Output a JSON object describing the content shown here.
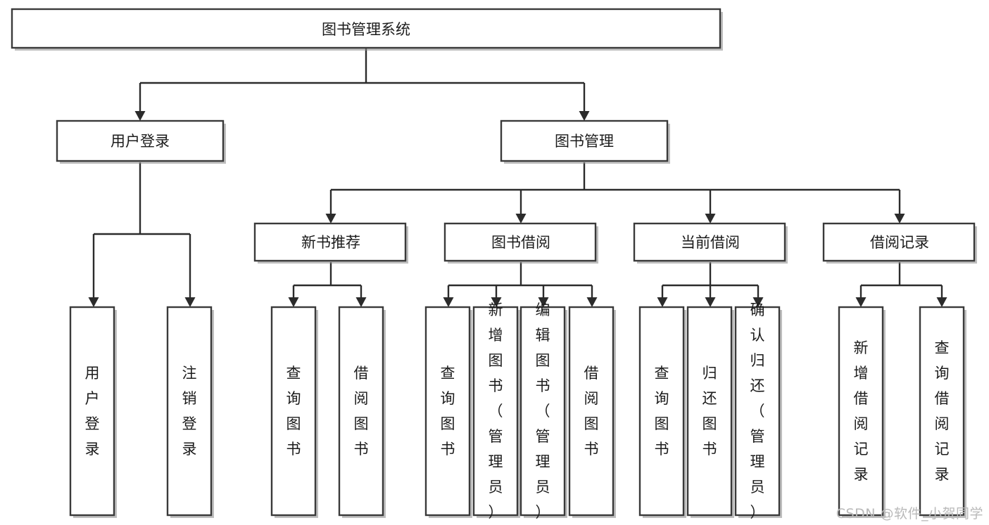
{
  "diagram": {
    "title": "图书管理系统",
    "type": "tree-hierarchy",
    "orientation": "top-down",
    "colors": {
      "box_fill": "#ffffff",
      "box_stroke": "#3a3a3a",
      "connector": "#2b2b2b",
      "text": "#1b1b1b",
      "background": "#ffffff",
      "watermark": "#b9b9b9"
    },
    "root": {
      "label": "图书管理系统"
    },
    "level2": [
      {
        "label": "用户登录"
      },
      {
        "label": "图书管理"
      }
    ],
    "level3": [
      {
        "label": "新书推荐"
      },
      {
        "label": "图书借阅"
      },
      {
        "label": "当前借阅"
      },
      {
        "label": "借阅记录"
      }
    ],
    "leaves": {
      "user_login": [
        {
          "label": "用户登录"
        },
        {
          "label": "注销登录"
        }
      ],
      "new_book_recommend": [
        {
          "label": "查询图书"
        },
        {
          "label": "借阅图书"
        }
      ],
      "book_borrow": [
        {
          "label": "查询图书"
        },
        {
          "label": "新增图书（管理员）"
        },
        {
          "label": "编辑图书（管理员）"
        },
        {
          "label": "借阅图书"
        }
      ],
      "current_borrow": [
        {
          "label": "查询图书"
        },
        {
          "label": "归还图书"
        },
        {
          "label": "确认归还（管理员）"
        }
      ],
      "borrow_record": [
        {
          "label": "新增借阅记录"
        },
        {
          "label": "查询借阅记录"
        }
      ]
    },
    "watermark": "CSDN @软件_小贺同学"
  }
}
